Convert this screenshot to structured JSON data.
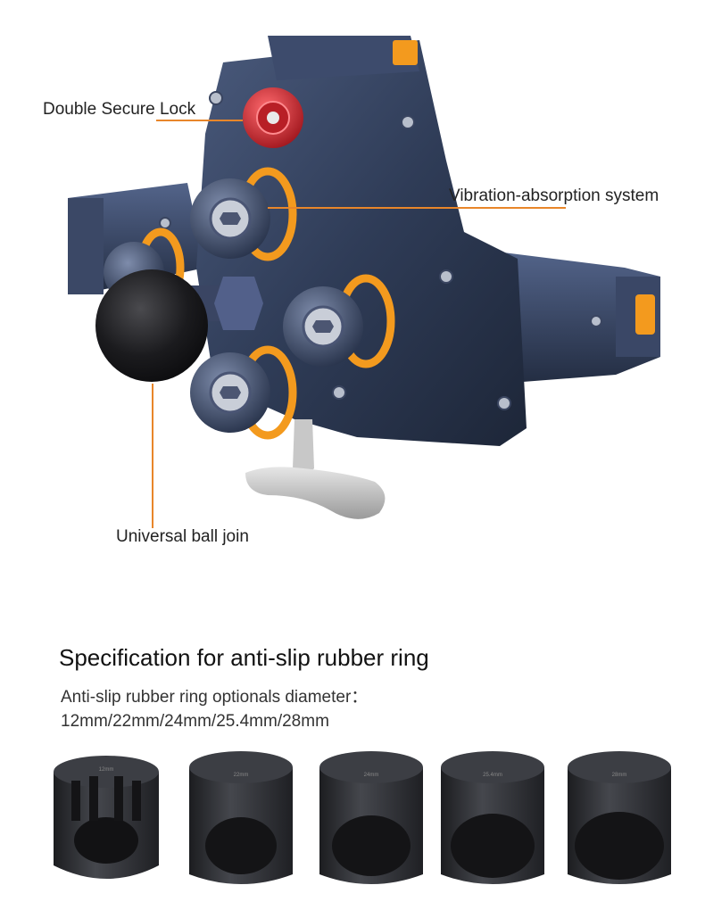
{
  "callouts": {
    "lock": "Double Secure Lock",
    "vibration": "Vibration-absorption system",
    "ball": "Universal ball join"
  },
  "spec": {
    "title": "Specification for anti-slip rubber ring",
    "subtitle": "Anti-slip rubber ring optionals diameter：",
    "sizes": "12mm/22mm/24mm/25.4mm/28mm"
  },
  "ring_labels": [
    "12mm",
    "22mm",
    "24mm",
    "25.4mm",
    "28mm"
  ],
  "colors": {
    "body": "#2f3c57",
    "accent": "#f39a1e",
    "lock": "#d62b32",
    "ball": "#1a1a1c",
    "ring": "#2b2d31",
    "leader": "#e8862a"
  }
}
